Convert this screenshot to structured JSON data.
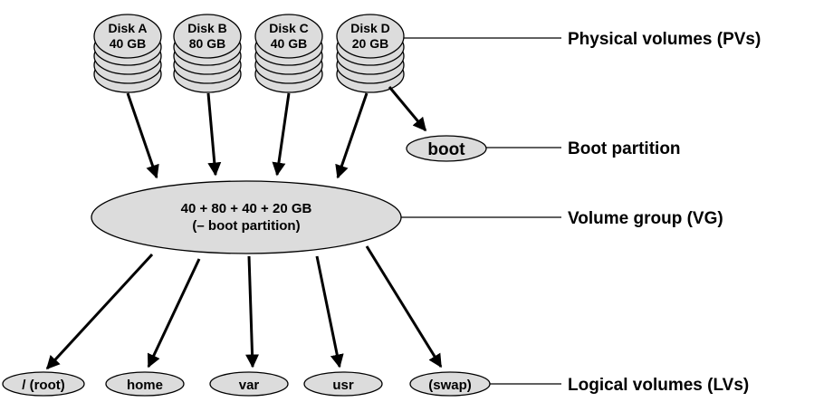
{
  "disks": [
    {
      "name": "Disk A",
      "size": "40 GB"
    },
    {
      "name": "Disk B",
      "size": "80 GB"
    },
    {
      "name": "Disk C",
      "size": "40 GB"
    },
    {
      "name": "Disk D",
      "size": "20 GB"
    }
  ],
  "boot": "boot",
  "volume_group": {
    "line1": "40 + 80 + 40 + 20 GB",
    "line2": "(– boot partition)"
  },
  "logical_volumes": [
    "/ (root)",
    "home",
    "var",
    "usr",
    "(swap)"
  ],
  "labels": {
    "pv": "Physical volumes (PVs)",
    "boot": "Boot partition",
    "vg": "Volume group (VG)",
    "lv": "Logical volumes (LVs)"
  },
  "colors": {
    "fill": "#dcdcdc",
    "stroke": "#000000"
  }
}
